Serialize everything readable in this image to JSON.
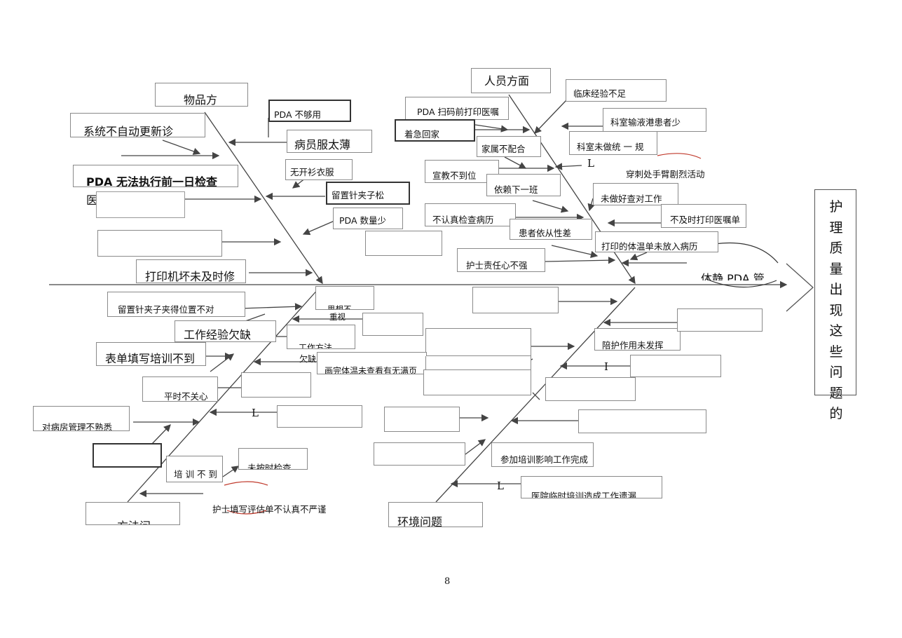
{
  "head": {
    "text": "护理质量出现这些问题的"
  },
  "page_number": "8",
  "categories": {
    "materials": "物品方",
    "people": "人员方面",
    "methods": "方法问",
    "environment": "环境问题"
  },
  "boxes": {
    "pda_not_enough": "PDA 不够用",
    "system_no_auto_refresh": "系统不自动更新诊",
    "gown_thin": "病员服太薄",
    "no_cardigan_gown": "无开衫衣服",
    "pda_cannot_execute_line1": "PDA 无法执行前一日检查",
    "pda_cannot_execute_line2": "医嘱",
    "needle_clip_loose": "留置针夹子松",
    "pda_quantity_low": "PDA  数量少",
    "printer_broken": "打印机坏未及时修",
    "print_before_scan": "PDA 扫码前打印医嘱",
    "clinical_exp_lacking": "临床经验不足",
    "few_port_patients": "科室输液港患者少",
    "hurry_home": "着急回家",
    "family_uncooperative": "家属不配合",
    "dept_not_unified": "科室未做统 一 规",
    "edu_inadequate": "宣教不到位",
    "rely_next_shift": "依赖下一班",
    "no_check_verify": "未做好查对工作",
    "no_careful_record_check": "不认真检查病历",
    "no_timely_print_orders": "不及时打印医嘱单",
    "poor_compliance": "患者依从性差",
    "temp_sheet_not_filed": "打印的体温单未放入病历",
    "low_responsibility": "护士责任心不强",
    "needle_clip_position_wrong": "留置针夹子夹得位置不对",
    "thought_line1": "思想不",
    "thought_line2": "重视",
    "work_exp_lacking": "工作经验欠缺",
    "work_method_line1": "工作方法",
    "work_method_line2": "欠缺",
    "form_training_lacking": "表单填写培训不到",
    "temp_chart_pages": "画完体温未查看有无满页",
    "escort_ineffective": "陪护作用未发挥",
    "usual_indifferent": "平时不关心",
    "ward_mgmt_unfamiliar": "对病房管理不熟悉",
    "training_insufficient": "培 训 不 到",
    "no_timely_check": "未按时检查",
    "training_affects_work": "参加培训影响工作完成",
    "hospital_training_omission": "医院临时培训造成工作遗漏"
  },
  "free_text": {
    "arm_activity": "穿刺处手臂剧烈活动",
    "nurse_form_careless": "护士填写评估单不认真不严谨",
    "body_pda_partial": "体静 PDA 管",
    "work_method_partial": "工作方法"
  }
}
